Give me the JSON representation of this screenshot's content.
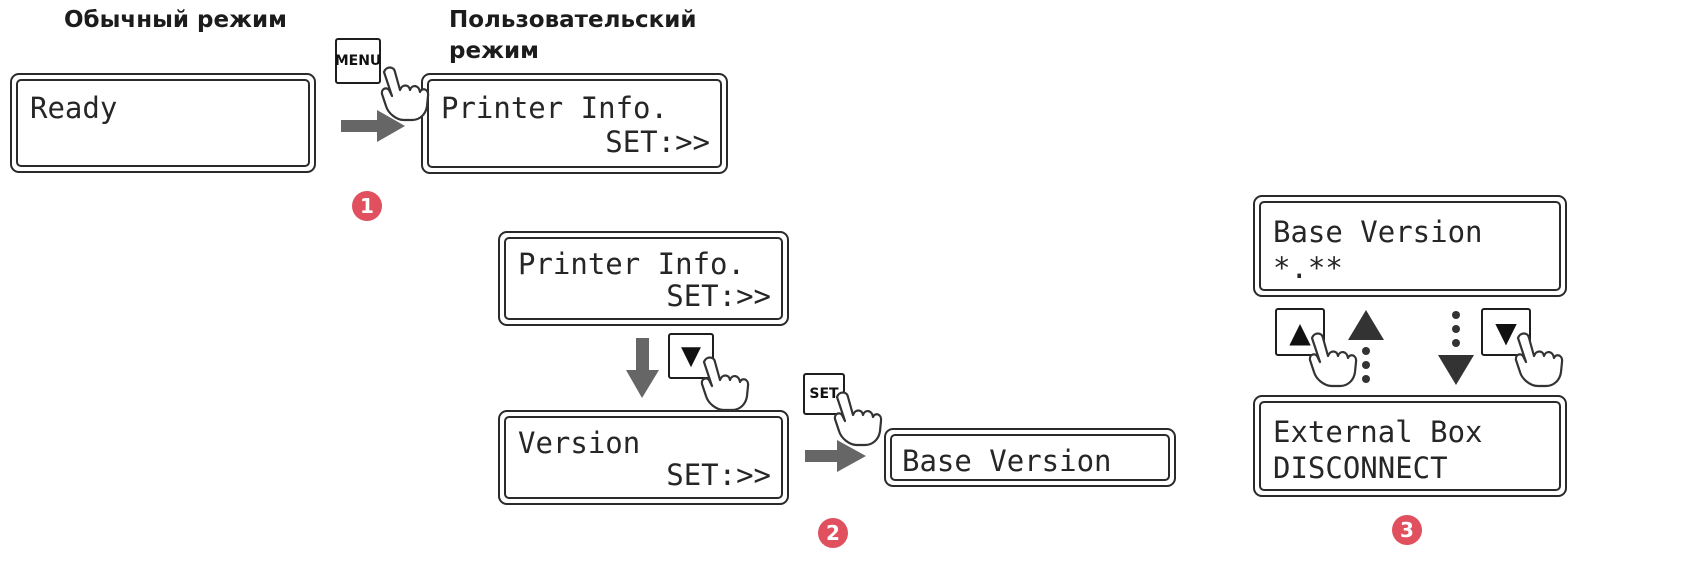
{
  "titles": {
    "normal_mode": "Обычный режим",
    "user_mode": "Пользовательский режим"
  },
  "screens": {
    "ready": {
      "line1": "Ready"
    },
    "printer_info_top": {
      "line1": "Printer Info.",
      "line2": "SET:>>"
    },
    "printer_info_mid": {
      "line1": "Printer Info.",
      "line2": "SET:>>"
    },
    "version": {
      "line1": "Version",
      "line2": "SET:>>"
    },
    "base_version_menu": {
      "line1": "Base Version"
    },
    "base_version_value": {
      "line1": "Base Version",
      "line2": "*.**"
    },
    "external_box": {
      "line1": "External Box",
      "line2": "DISCONNECT"
    }
  },
  "keys": {
    "menu": "MENU",
    "set": "SET",
    "down": "▼",
    "up": "▲"
  },
  "steps": [
    "1",
    "2",
    "3"
  ],
  "colors": {
    "arrow": "#666666",
    "badge": "#e0505f",
    "border": "#2a2a2a"
  }
}
